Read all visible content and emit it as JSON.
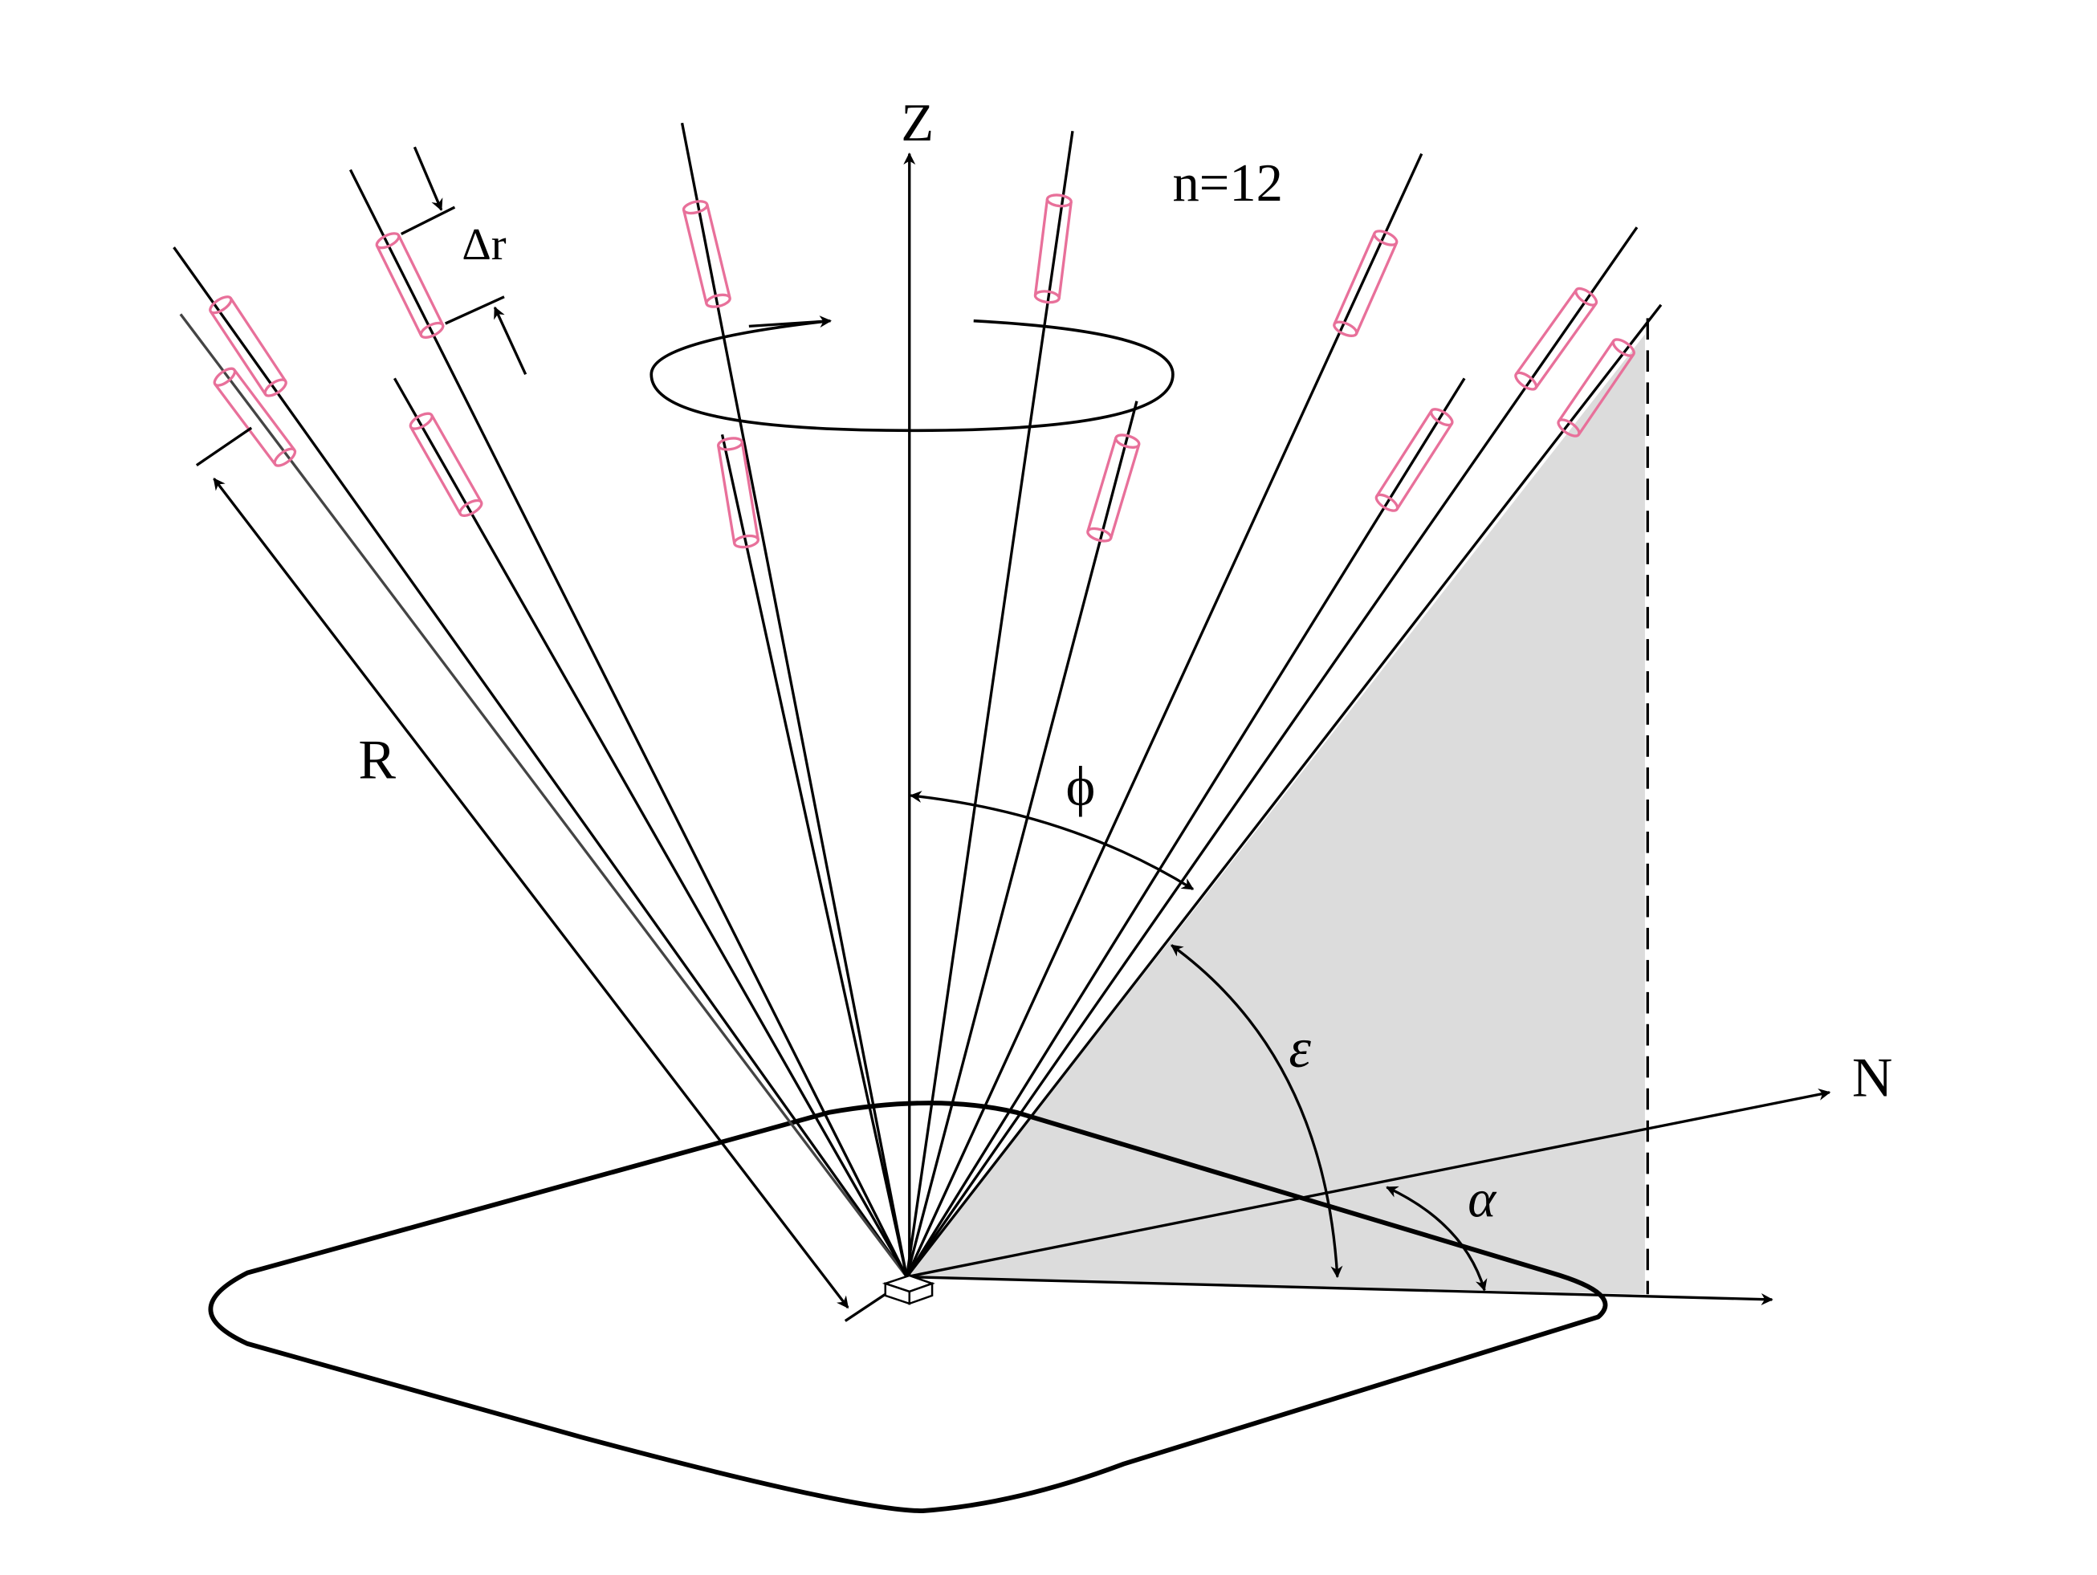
{
  "labels": {
    "z_axis": "Z",
    "count": "n=12",
    "delta_r": "Δr",
    "range": "R",
    "phi": "ϕ",
    "epsilon": "ε",
    "north": "N",
    "alpha": "α"
  },
  "colors": {
    "cylinder": "#e8709a",
    "shade": "#dcdcdc",
    "line": "#000000"
  }
}
